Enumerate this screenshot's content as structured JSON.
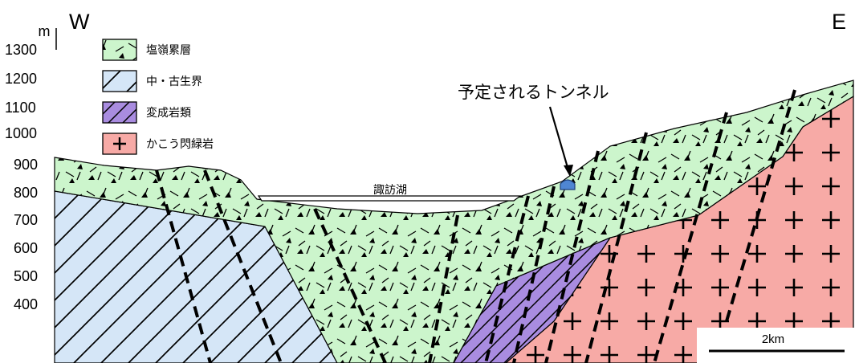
{
  "axis": {
    "unit": "m",
    "ticks": [
      "1300",
      "1200",
      "1100",
      "1000",
      "900",
      "800",
      "700",
      "600",
      "500",
      "400"
    ]
  },
  "directions": {
    "west": "W",
    "east": "E"
  },
  "legend": [
    {
      "label": "塩嶺累層",
      "pattern": "volcanic-tuff",
      "color": "#ccf5cc"
    },
    {
      "label": "中・古生界",
      "pattern": "diagonal-hatch",
      "color": "#d5e6f7"
    },
    {
      "label": "変成岩類",
      "pattern": "diagonal-hatch-dense",
      "color": "#a98ce0"
    },
    {
      "label": "かこう閃緑岩",
      "pattern": "cross",
      "color": "#f7aaa6"
    }
  ],
  "annotations": {
    "tunnel": "予定されるトンネル",
    "lake": "諏訪湖"
  },
  "scale_bar": {
    "label": "2km"
  }
}
